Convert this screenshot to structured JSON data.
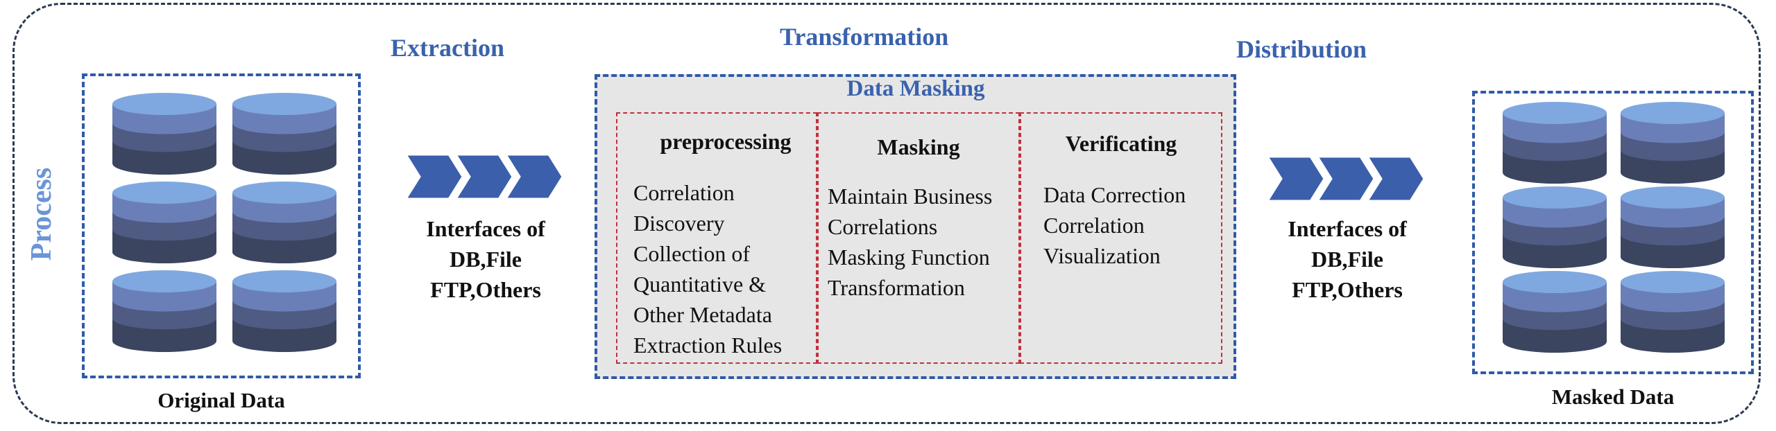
{
  "stages": {
    "process": "Process",
    "extraction": "Extraction",
    "transformation": "Transformation",
    "distribution": "Distribution"
  },
  "original": {
    "caption": "Original Data"
  },
  "masked": {
    "caption": "Masked Data"
  },
  "interfaces_left": [
    "Interfaces of",
    "DB,File",
    "FTP,Others"
  ],
  "interfaces_right": [
    "Interfaces of",
    "DB,File",
    "FTP,Others"
  ],
  "data_masking": {
    "title": "Data Masking",
    "preprocessing": {
      "title": "preprocessing",
      "lines": [
        "Correlation",
        "Discovery",
        "Collection of",
        "Quantitative &",
        "Other Metadata",
        "Extraction Rules"
      ]
    },
    "masking": {
      "title": "Masking",
      "lines": [
        "Maintain Business",
        "Correlations",
        "Masking Function",
        "Transformation"
      ]
    },
    "verificating": {
      "title": "Verificating",
      "lines": [
        "Data Correction",
        "Correlation",
        "Visualization"
      ]
    }
  },
  "colors": {
    "accent": "#3a62ad",
    "process_label": "#6a95d6",
    "db_top": "#7fa8e0",
    "db_mid": "#6a7fb8",
    "db_bottom": "#3b4560",
    "chevron": "#3b5fab",
    "subbox_border": "#c0303a"
  },
  "icons": {
    "database": "database-icon",
    "chevrons": "chevron-arrows-icon"
  }
}
